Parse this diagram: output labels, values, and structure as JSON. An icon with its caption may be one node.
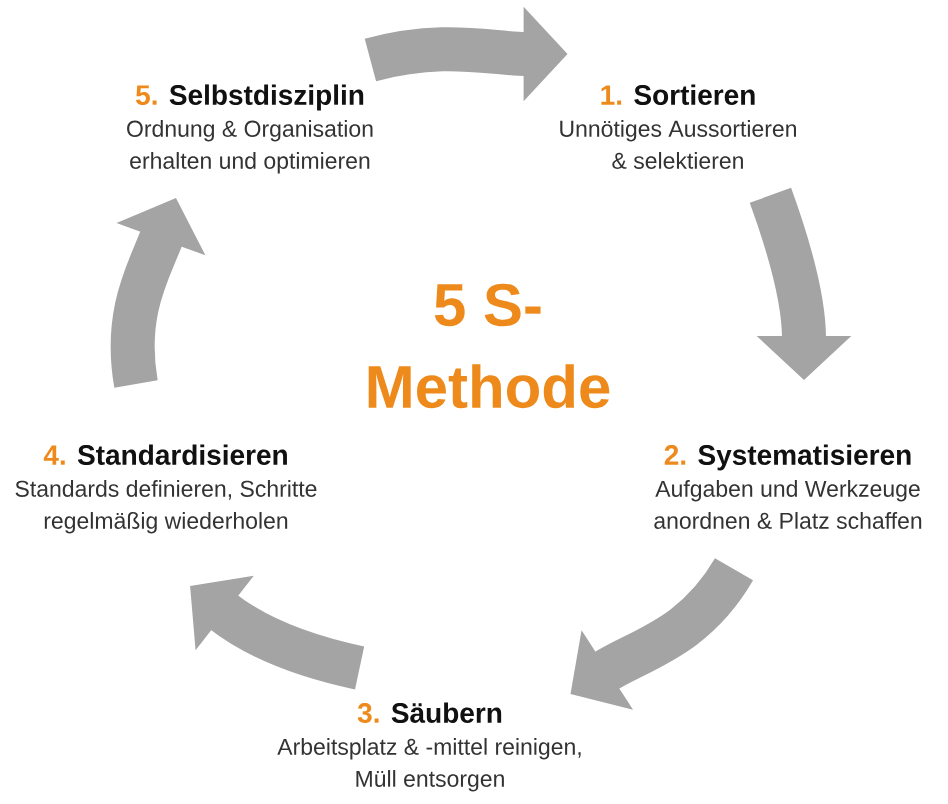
{
  "diagram": {
    "title": "5 S- Methode",
    "nodes": [
      {
        "text": [
          "5.",
          "Selbstdisziplin",
          "Ordnung & Organisation erhalten und optimieren"
        ]
      },
      {
        "text": [
          "1.",
          "Sortieren",
          "Unnötiges Aussortieren & selektieren"
        ]
      },
      {
        "text": [
          "4.",
          "Standardisieren",
          "Standards definieren, Schritte regelmäßig wiederholen"
        ]
      },
      {
        "text": [
          "2.",
          "Systematisieren",
          "Aufgaben und Werkzeuge anordnen & Platz schaffen"
        ]
      },
      {
        "text": [
          "3.",
          "Säubern",
          "Arbeitsplatz & -mittel reinigen, Müll entsorgen"
        ]
      }
    ],
    "edges": [
      {
        "from": 0,
        "to": 1,
        "arrow": "to"
      },
      {
        "from": 1,
        "to": 3,
        "arrow": "to"
      },
      {
        "from": 3,
        "to": 4,
        "arrow": "to"
      },
      {
        "from": 4,
        "to": 2,
        "arrow": "to"
      },
      {
        "from": 2,
        "to": 0,
        "arrow": "to"
      }
    ]
  }
}
